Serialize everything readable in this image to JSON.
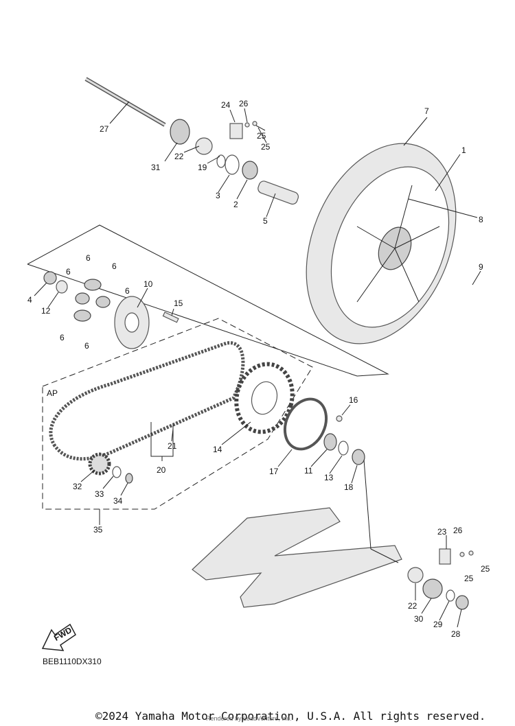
{
  "diagram": {
    "drawing_code": "BEB1110DX310",
    "group_label": "AP",
    "fwd_arrow_label": "FWD",
    "callouts": [
      "1",
      "2",
      "3",
      "4",
      "5",
      "6",
      "7",
      "8",
      "9",
      "10",
      "11",
      "12",
      "13",
      "14",
      "15",
      "16",
      "17",
      "18",
      "19",
      "20",
      "21",
      "22",
      "23",
      "24",
      "25",
      "26",
      "27",
      "28",
      "29",
      "30",
      "31",
      "32",
      "33",
      "34",
      "35"
    ],
    "extra_callouts": {
      "six_b": "6",
      "six_c": "6",
      "six_d": "6",
      "six_e": "6",
      "six_f": "6",
      "twentytwo_b": "22",
      "twentyfive_b": "25",
      "twentyfive_c": "25",
      "twentyfive_d": "25",
      "twentysix_b": "26"
    }
  },
  "footer": {
    "copyright": "©2024 Yamaha Motor Corporation, U.S.A. All rights reserved.",
    "rendered_by": "Rendered by LeadVenture, Inc."
  },
  "colors": {
    "line": "#222222",
    "part_fill": "#e8e8e8",
    "background": "#ffffff"
  }
}
